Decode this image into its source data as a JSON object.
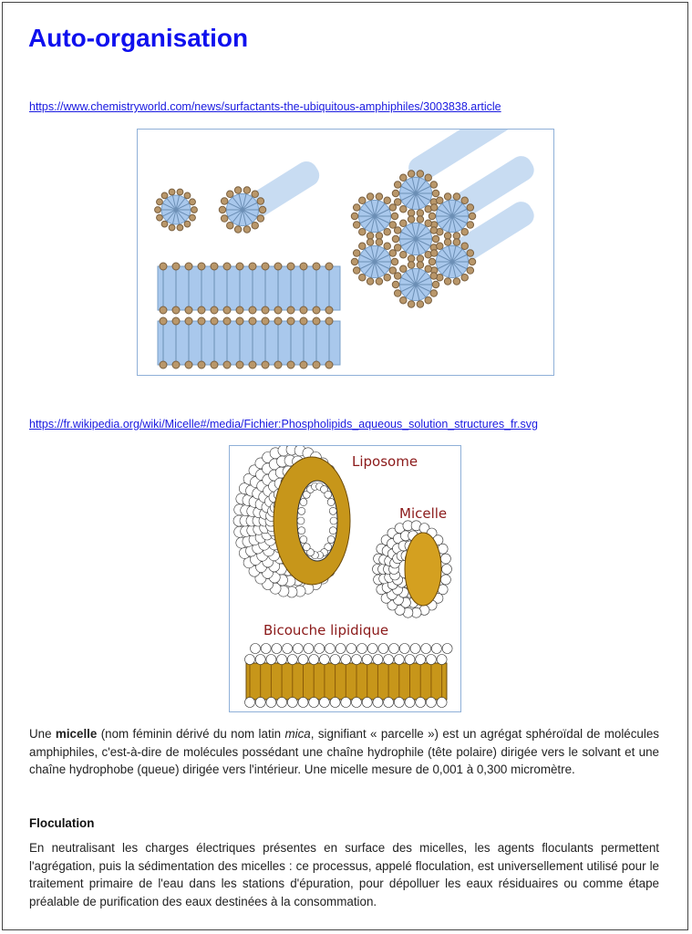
{
  "title": "Auto-organisation",
  "links": [
    "https://www.chemistryworld.com/news/surfactants-the-ubiquitous-amphiphiles/3003838.article",
    "https://fr.wikipedia.org/wiki/Micelle#/media/Fichier:Phospholipids_aqueous_solution_structures_fr.svg"
  ],
  "figure2_labels": {
    "liposome": "Liposome",
    "micelle": "Micelle",
    "bilayer": "Bicouche lipidique"
  },
  "paragraph1": {
    "pre": "Une ",
    "bold": "micelle",
    "mid": " (nom féminin dérivé du nom latin ",
    "italic": "mica",
    "post": ", signifiant « parcelle ») est un agrégat sphéroïdal de molécules amphiphiles, c'est-à-dire de molécules possédant une chaîne hydrophile (tête polaire) dirigée vers le solvant et une chaîne hydrophobe (queue) dirigée vers l'intérieur. Une micelle mesure de 0,001 à 0,300 micromètre."
  },
  "heading2": "Floculation",
  "paragraph2": "En neutralisant les charges électriques présentes en surface des micelles, les agents floculants permettent l'agrégation, puis la sédimentation des micelles : ce processus, appelé floculation, est universellement utilisé pour le traitement primaire de l'eau dans les stations d'épuration, pour dépolluer les eaux résiduaires ou comme étape préalable de purification des eaux destinées à la consommation."
}
